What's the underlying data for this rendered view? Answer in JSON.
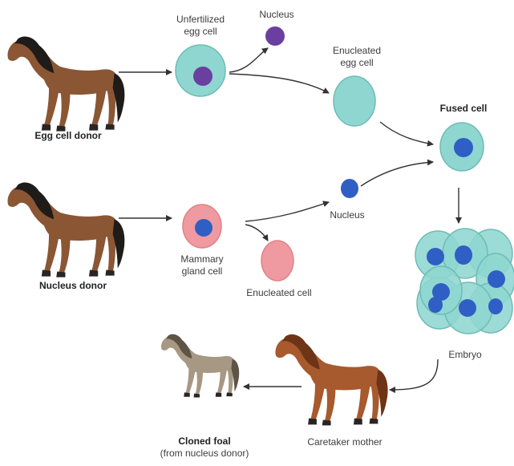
{
  "labels": {
    "egg_cell_donor": "Egg cell donor",
    "unfertilized_line1": "Unfertilized",
    "unfertilized_line2": "egg cell",
    "nucleus_top": "Nucleus",
    "enucleated_egg_line1": "Enucleated",
    "enucleated_egg_line2": "egg cell",
    "fused_cell": "Fused cell",
    "nucleus_donor": "Nucleus donor",
    "mammary_line1": "Mammary",
    "mammary_line2": "gland cell",
    "nucleus_middle": "Nucleus",
    "enucleated_cell": "Enucleated cell",
    "embryo": "Embryo",
    "caretaker_mother": "Caretaker mother",
    "cloned_foal": "Cloned foal",
    "cloned_foal_note": "(from nucleus donor)"
  },
  "colors": {
    "egg_cytoplasm": "#8fd6d0",
    "egg_outline": "#6cbcb6",
    "nucleus_purple": "#6b3fa0",
    "nucleus_blue": "#2f5fc4",
    "mammary_cytoplasm": "#ef9aa0",
    "horse_brown": "#8a5634",
    "horse_mane": "#1f1b19",
    "caretaker_brown": "#a65a2e",
    "foal_tan": "#a69883",
    "arrow": "#333333"
  }
}
